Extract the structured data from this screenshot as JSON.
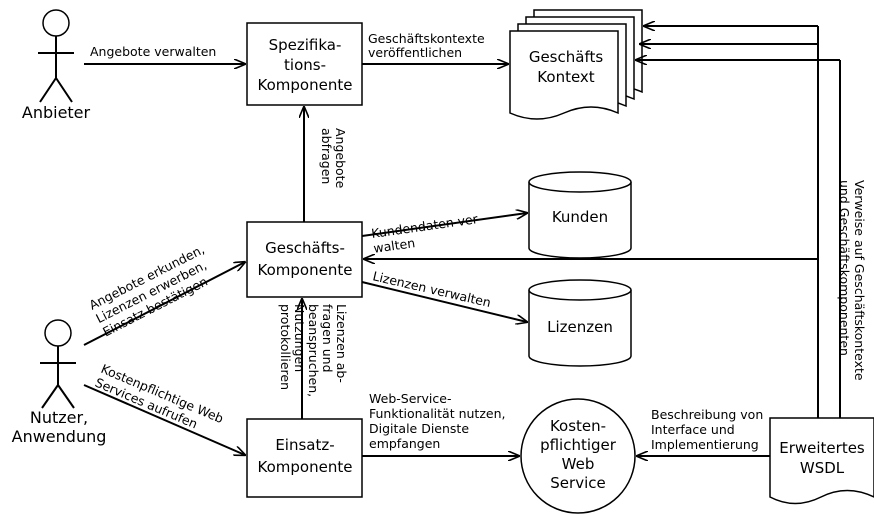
{
  "actors": {
    "provider": "Anbieter",
    "user": [
      "Nutzer,",
      "Anwendung"
    ]
  },
  "components": {
    "spec": [
      "Spezifika-",
      "tions-",
      "Komponente"
    ],
    "business": [
      "Geschäfts-",
      "Komponente"
    ],
    "usage": [
      "Einsatz-",
      "Komponente"
    ]
  },
  "stores": {
    "context": [
      "Geschäfts",
      "Kontext"
    ],
    "customers": "Kunden",
    "licenses": "Lizenzen",
    "wsdl": [
      "Erweitertes",
      "WSDL"
    ]
  },
  "service": [
    "Kosten-",
    "pflichtiger",
    "Web",
    "Service"
  ],
  "labels": {
    "manage_offers": "Angebote verwalten",
    "publish_context": [
      "Geschäftskontexte",
      "veröffentlichen"
    ],
    "query_offers": [
      "Angebote",
      "abfragen"
    ],
    "customer_data": [
      "Kundendaten ver-",
      "walten"
    ],
    "manage_licenses": "Lizenzen verwalten",
    "explore_offers": [
      "Angebote erkunden,",
      "Lizenzen erwerben,",
      "Einsatz bestätigen"
    ],
    "call_services": [
      "Kostenpflichtige Web",
      "Services aufrufen"
    ],
    "license_query": [
      "Lizenzen ab-",
      "fragen und",
      "beanspruchen,",
      "Nutzungen",
      "protokollieren"
    ],
    "use_functionality": [
      "Web-Service-",
      "Funktionalität nutzen,",
      "Digitale Dienste",
      "empfangen"
    ],
    "interface_desc": [
      "Beschreibung von",
      "Interface und",
      "Implementierung"
    ],
    "references": [
      "Verweise auf Geschäftskontexte",
      "und Geschäftskomponenten"
    ]
  }
}
